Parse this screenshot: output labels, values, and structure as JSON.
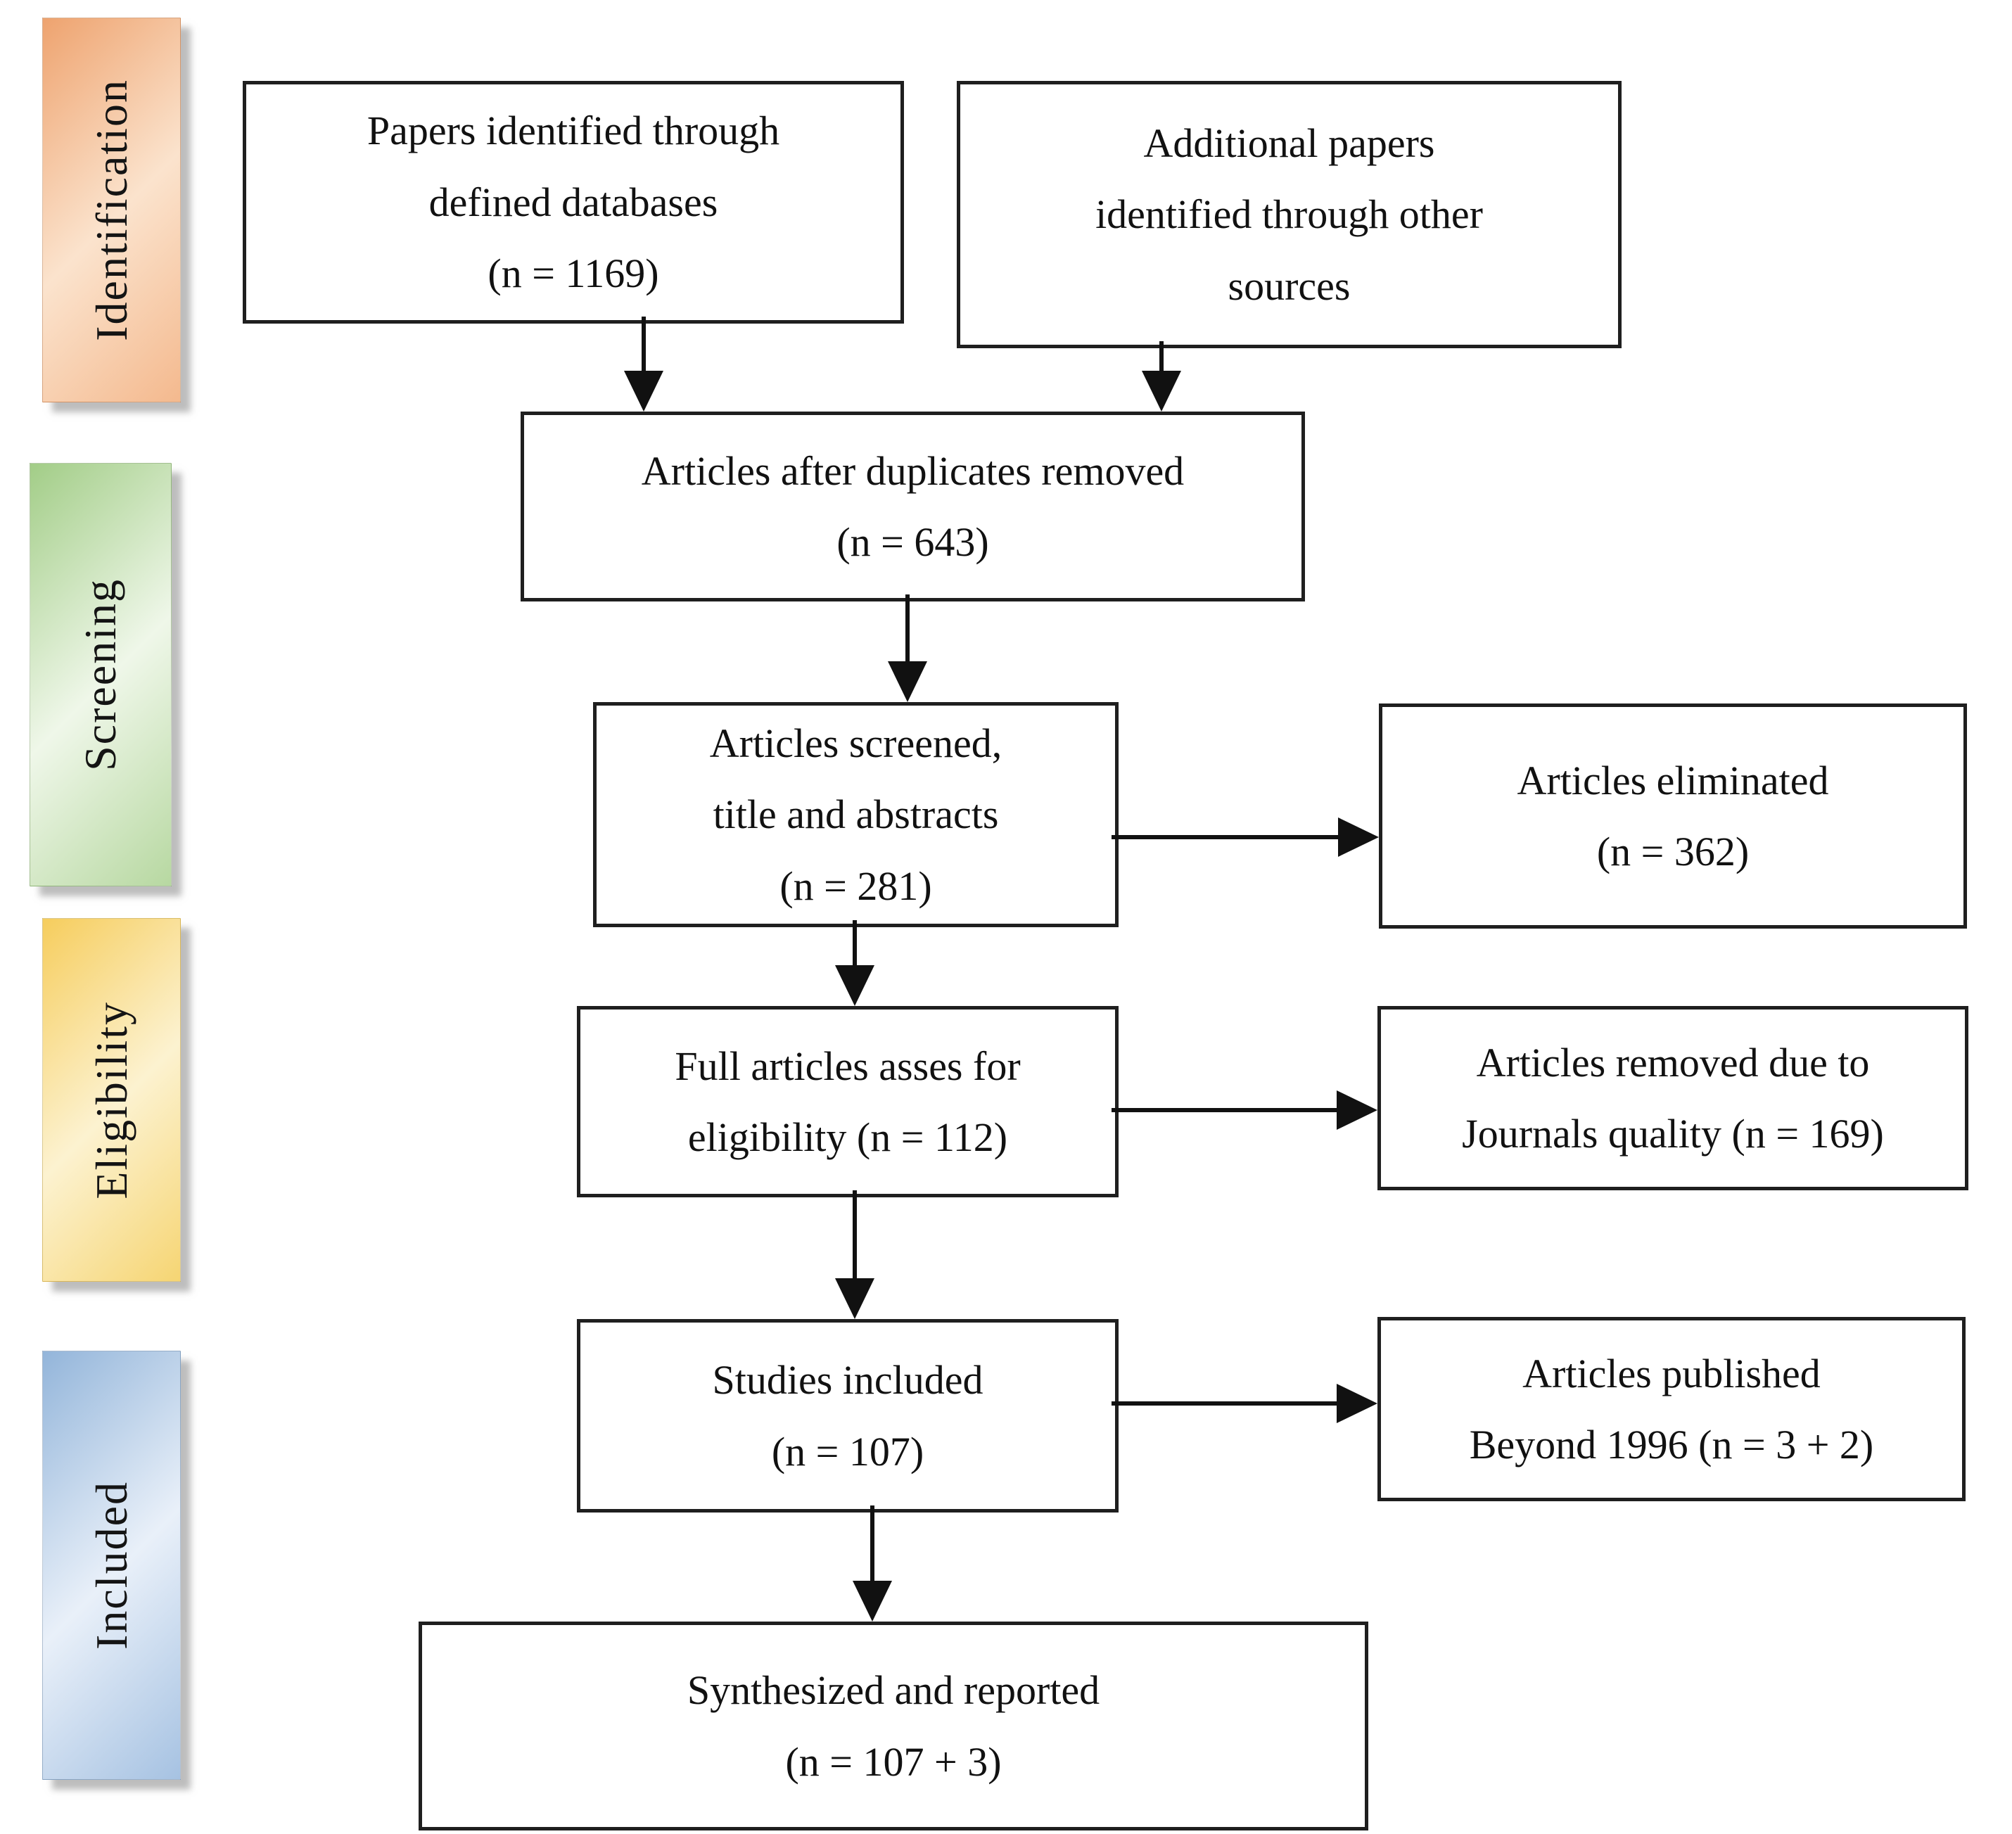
{
  "figure": {
    "type": "prisma-style flow diagram of study selection"
  },
  "sidebar": {
    "stages": [
      {
        "label": "Identification",
        "edge_color": "#eea36f",
        "center_color": "#fbe3cd",
        "edge2_color": "#f4b98e",
        "shadow_color": "#8a8a8a"
      },
      {
        "label": "Screening",
        "edge_color": "#a2cd87",
        "center_color": "#eff7e9",
        "edge2_color": "#b7d8a1",
        "shadow_color": "#8a8a8a"
      },
      {
        "label": "Eligibility",
        "edge_color": "#f6cd5d",
        "center_color": "#fcf2d0",
        "edge2_color": "#f6d573",
        "shadow_color": "#8a8a8a"
      },
      {
        "label": "Included",
        "edge_color": "#93b5da",
        "center_color": "#e9f0f9",
        "edge2_color": "#a6c2e2",
        "shadow_color": "#8a8a8a"
      }
    ]
  },
  "flow": {
    "papers_identified": {
      "text": "Papers identified through\ndefined databases\n(n = 1169)",
      "n": 1169
    },
    "additional_papers": {
      "text": "Additional papers\nidentified through other\nsources"
    },
    "after_duplicates": {
      "text": "Articles after duplicates removed\n(n = 643)",
      "n": 643
    },
    "screened": {
      "text": "Articles screened,\ntitle and abstracts\n(n = 281)",
      "n": 281
    },
    "eliminated": {
      "text": "Articles eliminated\n(n = 362)",
      "n": 362
    },
    "full_articles": {
      "text": "Full articles asses for\neligibility (n = 112)",
      "n": 112
    },
    "removed_quality": {
      "text": "Articles removed due to\nJournals quality (n = 169)",
      "n": 169
    },
    "studies_included": {
      "text": "Studies included\n(n = 107)",
      "n": 107
    },
    "published_beyond": {
      "text": "Articles published\nBeyond 1996 (n = 3 + 2)"
    },
    "synthesized": {
      "text": "Synthesized and reported\n(n = 107 + 3)"
    }
  },
  "colors": {
    "box_border": "#1f1f1f",
    "arrow": "#111111",
    "text": "#111111",
    "background": "#ffffff"
  }
}
